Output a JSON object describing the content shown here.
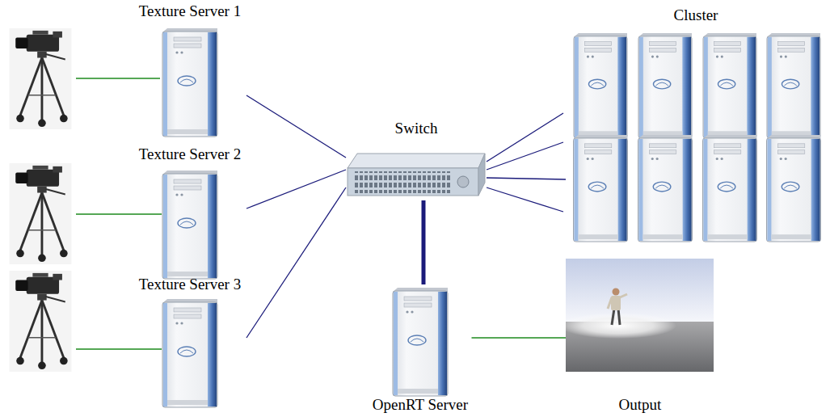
{
  "diagram": {
    "nodes": [
      {
        "text": [
          "Texture Server 1"
        ]
      },
      {
        "text": [
          "Texture Server 2"
        ]
      },
      {
        "text": [
          "Texture Server 3"
        ]
      },
      {
        "text": [
          "Switch"
        ]
      },
      {
        "text": [
          "Cluster"
        ]
      },
      {
        "text": [
          "OpenRT Server"
        ]
      },
      {
        "text": [
          "Output"
        ]
      }
    ],
    "edges": [
      {
        "from": 0,
        "to": 3,
        "arrow": "none"
      },
      {
        "from": 1,
        "to": 3,
        "arrow": "none"
      },
      {
        "from": 2,
        "to": 3,
        "arrow": "none"
      },
      {
        "from": 3,
        "to": 4,
        "arrow": "none"
      },
      {
        "from": 3,
        "to": 5,
        "arrow": "none"
      },
      {
        "from": 5,
        "to": 6,
        "arrow": "none"
      }
    ]
  }
}
